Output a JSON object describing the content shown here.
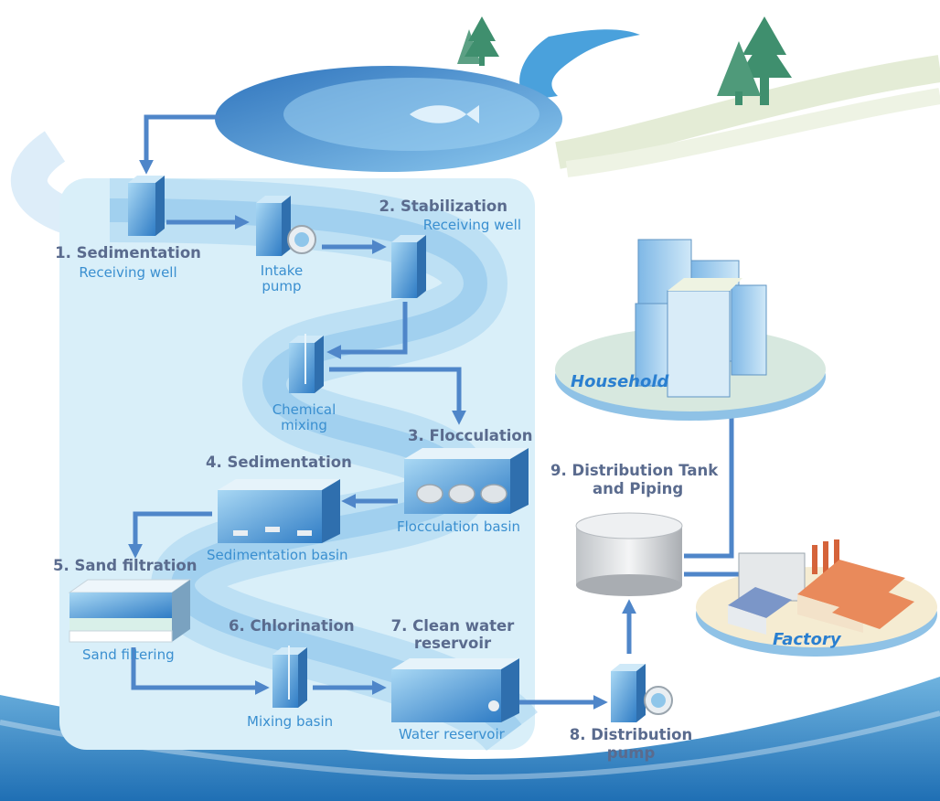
{
  "stages": {
    "s1": {
      "title": "1. Sedimentation",
      "sub": "Receiving well"
    },
    "intake": {
      "line1": "Intake",
      "line2": "pump"
    },
    "s2": {
      "title": "2. Stabilization",
      "sub": "Receiving well"
    },
    "chem": {
      "line1": "Chemical",
      "line2": "mixing"
    },
    "s3": {
      "title": "3. Flocculation",
      "sub": "Flocculation basin"
    },
    "s4": {
      "title": "4. Sedimentation",
      "sub": "Sedimentation basin"
    },
    "s5": {
      "title": "5. Sand filtration",
      "sub": "Sand filtering"
    },
    "s6": {
      "title": "6. Chlorination",
      "sub": "Mixing basin"
    },
    "s7": {
      "line1": "7. Clean water",
      "line2": "reservoir",
      "sub": "Water reservoir"
    },
    "s8": {
      "line1": "8. Distribution",
      "line2": "pump"
    },
    "s9": {
      "line1": "9. Distribution Tank",
      "line2": "and Piping"
    }
  },
  "destinations": {
    "household": "Household",
    "factory": "Factory"
  },
  "colors": {
    "arrow": "#4f86c9",
    "step_title": "#5a6b8e",
    "sub_label": "#3a8fd0",
    "panel": "#d9eff9",
    "tree": "#3f8f6e"
  }
}
